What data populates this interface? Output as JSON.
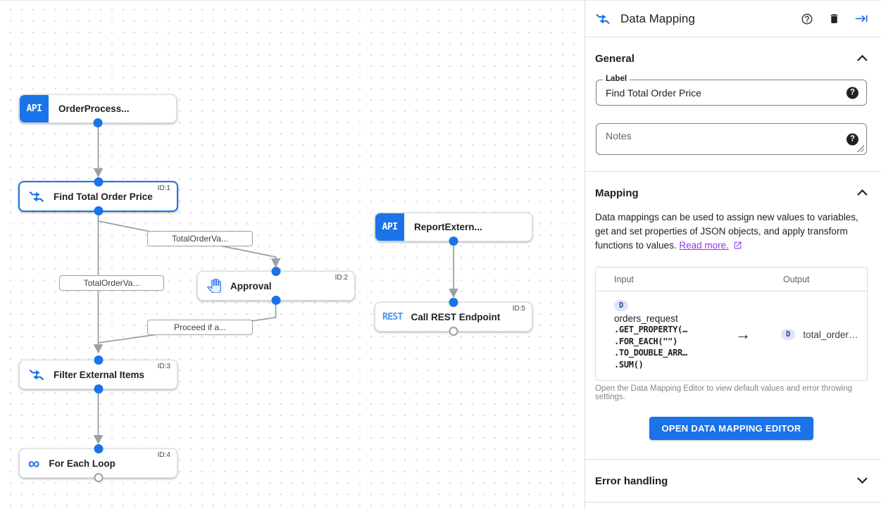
{
  "colors": {
    "accent_blue": "#1a73e8",
    "rest_blue": "#4e97ee",
    "link_purple": "#9334e6",
    "edge_gray": "#9aa0a6",
    "badge_bg": "#dde3fb"
  },
  "canvas": {
    "api_badge_text": "API",
    "rest_icon_text": "REST",
    "loop_glyph": "∞",
    "nodes": [
      {
        "label": "OrderProcess...",
        "icon": "api-trigger"
      },
      {
        "label": "Find Total Order Price",
        "icon": "data-mapping",
        "id_badge": "ID:1",
        "selected": true
      },
      {
        "label": "ReportExtern...",
        "icon": "api-trigger"
      },
      {
        "label": "Approval",
        "icon": "hand",
        "id_badge": "ID:2"
      },
      {
        "label": "Call REST Endpoint",
        "icon": "rest",
        "id_badge": "ID:5"
      },
      {
        "label": "Filter External Items",
        "icon": "data-mapping",
        "id_badge": "ID:3"
      },
      {
        "label": "For Each Loop",
        "icon": "loop",
        "id_badge": "ID:4"
      }
    ],
    "edge_labels": [
      {
        "text": "TotalOrderVa..."
      },
      {
        "text": "TotalOrderVa..."
      },
      {
        "text": "Proceed if a..."
      }
    ]
  },
  "panel": {
    "title": "Data Mapping",
    "help_glyph": "?",
    "general": {
      "heading": "General",
      "label_field": {
        "label": "Label",
        "value": "Find Total Order Price"
      },
      "notes_field": {
        "placeholder": "Notes"
      }
    },
    "mapping": {
      "heading": "Mapping",
      "description": "Data mappings can be used to assign new values to variables, get and set properties of JSON objects, and apply transform functions to values.",
      "read_more": "Read more.",
      "table": {
        "input_header": "Input",
        "output_header": "Output",
        "input_var_type": "D",
        "input_var": "orders_request",
        "input_functions": [
          ".GET_PROPERTY(…",
          ".FOR_EACH(\"\")",
          ".TO_DOUBLE_ARR…",
          ".SUM()"
        ],
        "arrow": "→",
        "output_var_type": "D",
        "output_var": "total_order…"
      },
      "caption": "Open the Data Mapping Editor to view default values and error throwing settings.",
      "open_editor_button": "OPEN DATA MAPPING EDITOR"
    },
    "error_handling": {
      "heading": "Error handling"
    }
  }
}
